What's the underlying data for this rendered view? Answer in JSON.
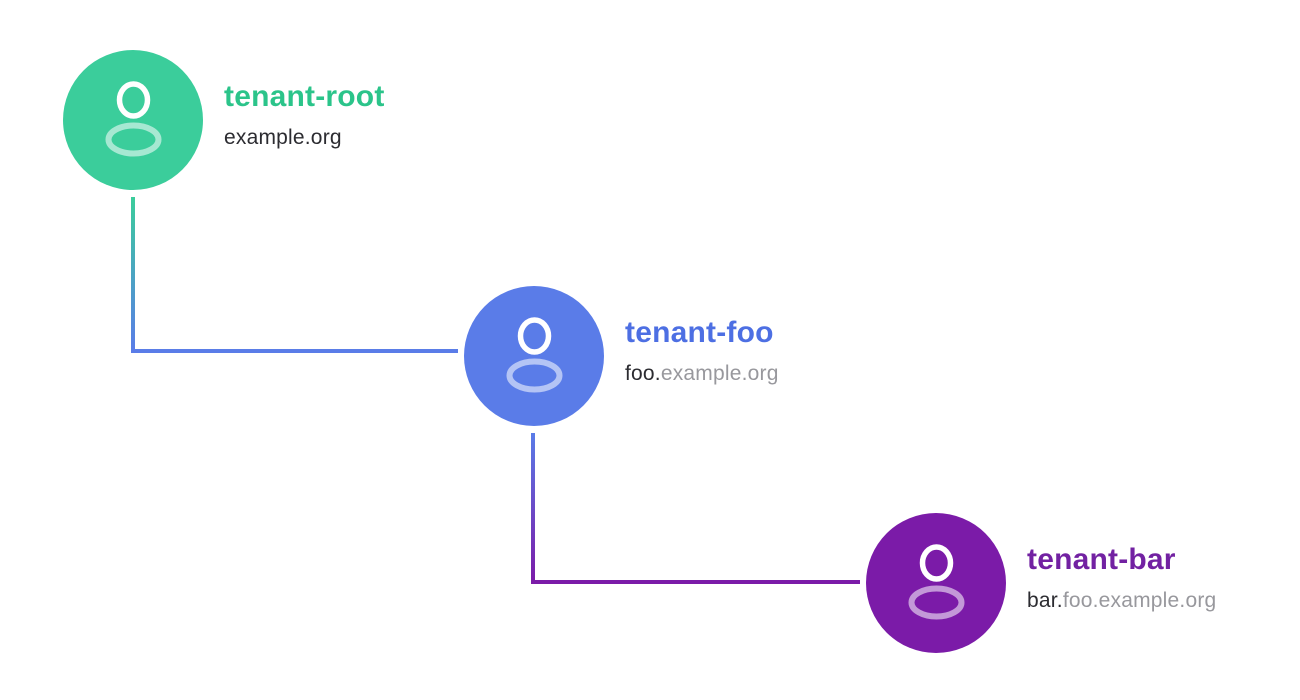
{
  "diagram": {
    "type": "tenant-hierarchy-tree",
    "background": "#ffffff"
  },
  "colors": {
    "domain_text_dark": "#2c2c31",
    "domain_text_gray": "#98989d",
    "icon_head_stroke": "#ffffff",
    "icon_body_stroke": "rgba(255,255,255,0.55)"
  },
  "nodes": [
    {
      "id": "tenant-root",
      "title": "tenant-root",
      "domain_dark": "example.org",
      "domain_gray": "",
      "color": "#3bcd9b",
      "title_color": "#2bc48a",
      "icon": "user-icon"
    },
    {
      "id": "tenant-foo",
      "title": "tenant-foo",
      "domain_dark": "foo.",
      "domain_gray": "example.org",
      "color": "#5a7ce8",
      "title_color": "#4d6fe3",
      "icon": "user-icon"
    },
    {
      "id": "tenant-bar",
      "title": "tenant-bar",
      "domain_dark": "bar.",
      "domain_gray": "foo.example.org",
      "color": "#7b1ba8",
      "title_color": "#7221a2",
      "icon": "user-icon"
    }
  ],
  "connectors": [
    {
      "from": "tenant-root",
      "to": "tenant-foo"
    },
    {
      "from": "tenant-foo",
      "to": "tenant-bar"
    }
  ]
}
